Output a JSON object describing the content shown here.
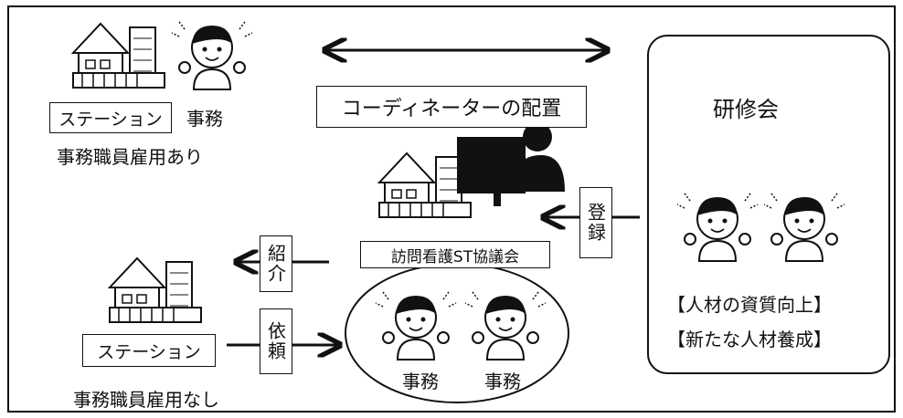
{
  "coordinator_label": "コーディネーターの配置",
  "top_station": {
    "station_label": "ステーション",
    "clerk_label": "事務",
    "caption": "事務職員雇用あり"
  },
  "bottom_station": {
    "station_label": "ステーション",
    "caption": "事務職員雇用なし"
  },
  "council": {
    "label": "訪問看護ST協議会",
    "clerk_left": "事務",
    "clerk_right": "事務"
  },
  "arrows": {
    "introduce": "紹介",
    "request": "依頼",
    "register": "登録"
  },
  "training": {
    "title": "研修会",
    "goal_1": "【人材の資質向上】",
    "goal_2": "【新たな人材養成】"
  },
  "colors": {
    "line": "#111111",
    "background": "#ffffff"
  }
}
